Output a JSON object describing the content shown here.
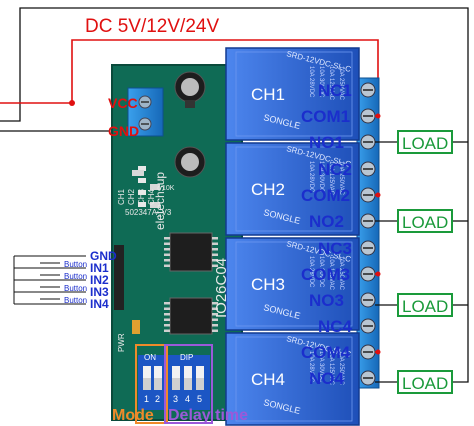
{
  "supply": {
    "label": "DC  5V/12V/24V"
  },
  "power_terminals": {
    "vcc": "VCC",
    "gnd": "GND"
  },
  "board": {
    "brand": "eletechsup",
    "model": "IO26C04",
    "pcb_code": "502347A_V3",
    "channel_labels": [
      "CH1",
      "CH2",
      "CH3",
      "CH4"
    ],
    "pwr_label": "PWR",
    "cap_label": "10K"
  },
  "relays": [
    {
      "label": "CH1",
      "brand": "SONGLE",
      "model": "SRD-12VDC-SL-C",
      "ratings": [
        "10A 250VAC",
        "10A 125VAC",
        "10A 30VDC",
        "10A 28VDC"
      ]
    },
    {
      "label": "CH2",
      "brand": "SONGLE",
      "model": "SRD-12VDC-SL-C",
      "ratings": [
        "10A 250VAC",
        "10A 125VAC",
        "10A 30VDC",
        "10A 28VDC"
      ]
    },
    {
      "label": "CH3",
      "brand": "SONGLE",
      "model": "SRD-12VDC-SL-C",
      "ratings": [
        "10A 250VAC",
        "10A 125VAC",
        "10A 30VDC",
        "10A 28VDC"
      ]
    },
    {
      "label": "CH4",
      "brand": "SONGLE",
      "model": "SRD-12VDC-SL-C",
      "ratings": [
        "10A 250VAC",
        "10A 125VAC",
        "10A 30VDC",
        "10A 28VDC"
      ]
    }
  ],
  "contacts": [
    "NC1",
    "COM1",
    "NO1",
    "NC2",
    "COM2",
    "NO2",
    "NC3",
    "COM3",
    "NO3",
    "NC4",
    "COM4",
    "NO4"
  ],
  "loads": [
    "LOAD",
    "LOAD",
    "LOAD",
    "LOAD"
  ],
  "inputs": {
    "pins": [
      "GND",
      "IN1",
      "IN2",
      "IN3",
      "IN4"
    ],
    "buttons": [
      "Button",
      "Button",
      "Button",
      "Button"
    ]
  },
  "switches": {
    "mode_box": "ON",
    "mode_numbers": [
      "1",
      "2"
    ],
    "delay_box": "DIP",
    "delay_numbers": [
      "3",
      "4",
      "5"
    ],
    "mode_caption": "Mode",
    "delay_caption": "Delay time"
  },
  "colors": {
    "board": "#0f6b55",
    "relay": "#2a5fd0",
    "terminal": "#1c7fd1",
    "wire_red": "#e01010",
    "load_green": "#1a9a3a",
    "label_blue": "#1b2ecc",
    "mode_orange": "#ef8a2a",
    "delay_purple": "#9b59d9"
  }
}
